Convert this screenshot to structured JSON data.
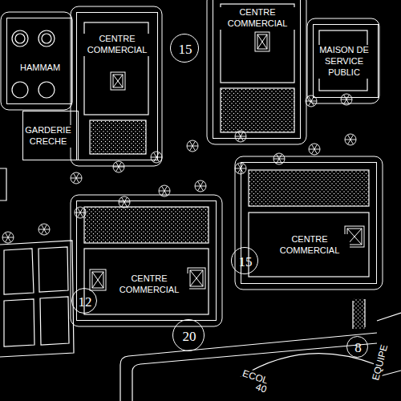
{
  "diagram": {
    "nodes": [
      {
        "text": [
          "HAMMAM"
        ]
      },
      {
        "text": [
          "CENTRE COMMERCIAL"
        ]
      },
      {
        "text": [
          "GARDERIE CRECHE"
        ]
      },
      {
        "text": [
          "15"
        ]
      },
      {
        "text": [
          "CENTRE COMMERCIAL"
        ]
      },
      {
        "text": [
          "MAISON DE SERVICE PUBLIC"
        ]
      },
      {
        "text": [
          "CENTRE COMMERCIAL"
        ]
      },
      {
        "text": [
          "15"
        ]
      },
      {
        "text": [
          "12"
        ]
      },
      {
        "text": [
          "CENTRE COMMERCIAL"
        ]
      },
      {
        "text": [
          "20"
        ]
      },
      {
        "text": [
          "8"
        ]
      }
    ],
    "labels": [
      "ECOL",
      "40",
      "EQUIPE"
    ]
  }
}
